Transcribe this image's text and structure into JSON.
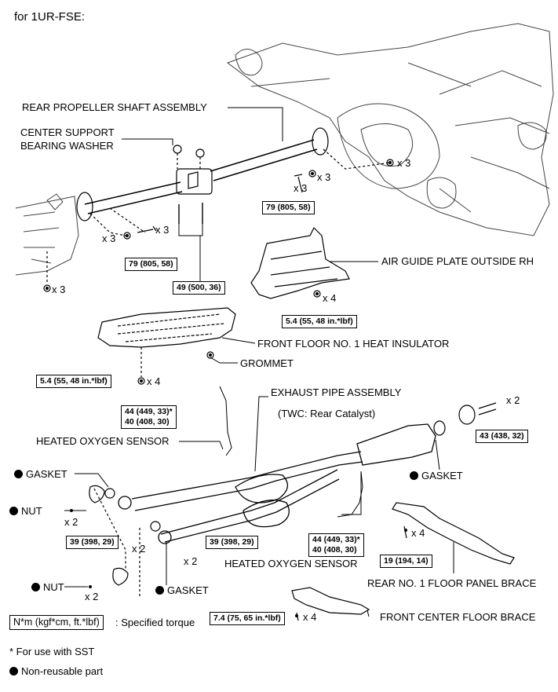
{
  "header": "for 1UR-FSE:",
  "labels": {
    "rear_propeller_shaft": "REAR PROPELLER SHAFT ASSEMBLY",
    "center_support_1": "CENTER SUPPORT",
    "center_support_2": "BEARING WASHER",
    "air_guide_plate": "AIR GUIDE PLATE OUTSIDE RH",
    "front_floor_insulator": "FRONT FLOOR NO. 1 HEAT INSULATOR",
    "grommet": "GROMMET",
    "exhaust_pipe": "EXHAUST PIPE ASSEMBLY",
    "twc_note": "(TWC: Rear Catalyst)",
    "heated_o2_sensor_upper": "HEATED OXYGEN SENSOR",
    "heated_o2_sensor_lower": "HEATED OXYGEN SENSOR",
    "gasket_left": "GASKET",
    "gasket_right": "GASKET",
    "gasket_bottom": "GASKET",
    "nut_upper": "NUT",
    "nut_lower": "NUT",
    "rear_floor_brace": "REAR NO. 1 FLOOR PANEL BRACE",
    "front_center_brace": "FRONT CENTER FLOOR BRACE"
  },
  "quantities": {
    "q_shaft_rear_x3": "x 3",
    "q_bolt_rear_x3": "x 3",
    "q_washer_rear_x3": "x 3",
    "q_bolt_front_x3": "x 3",
    "q_washer_front_x3": "x 3",
    "q_nut_front_x3": "x 3",
    "q_air_guide_x4": "x 4",
    "q_insulator_x4": "x 4",
    "q_rear_flange_x2": "x 2",
    "q_nut_upper_x2": "x 2",
    "q_center_x2": "x 2",
    "q_center2_x2": "x 2",
    "q_nut_lower_x2": "x 2",
    "q_rear_brace_x4": "x 4",
    "q_front_brace_x4": "x 4"
  },
  "torques": {
    "t_rear_shaft": "79 (805, 58)",
    "t_front_shaft": "79 (805, 58)",
    "t_center_support": "49 (500, 36)",
    "t_air_guide": "5.4 (55, 48 in.*lbf)",
    "t_insulator": "5.4 (55, 48 in.*lbf)",
    "t_o2_upper_a": "44 (449, 33)*",
    "t_o2_upper_b": "40 (408, 30)",
    "t_o2_lower_a": "44 (449, 33)*",
    "t_o2_lower_b": "40 (408, 30)",
    "t_rear_flange": "43 (438, 32)",
    "t_front_flange_l": "39 (398, 29)",
    "t_front_flange_r": "39 (398, 29)",
    "t_rear_brace": "19 (194, 14)",
    "t_front_brace": "7.4 (75, 65 in.*lbf)"
  },
  "legend": {
    "torque_box": "N*m (kgf*cm, ft.*lbf)",
    "torque_desc": ": Specified torque",
    "sst_note": "* For use with SST",
    "nonreusable": "Non-reusable part"
  }
}
